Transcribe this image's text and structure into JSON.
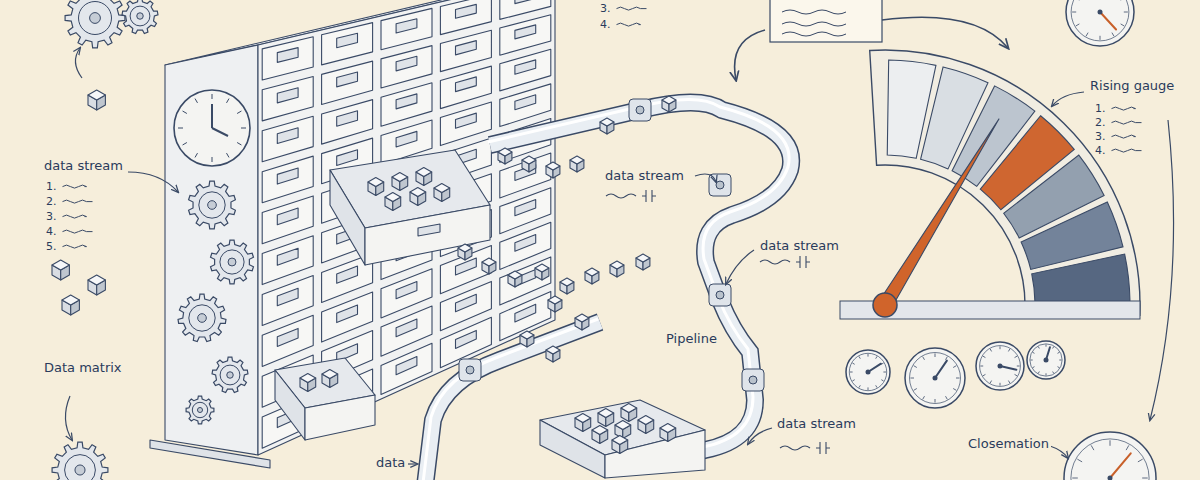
{
  "diagram": {
    "labels": [
      "3.",
      "4.",
      "data stream",
      "1.",
      "2.",
      "3.",
      "4.",
      "5.",
      "data stream",
      "data stream",
      "Rising gauge",
      "1.",
      "2.",
      "3.",
      "4.",
      "Pipeline",
      "Data matrix",
      "data stream",
      "data",
      "Closemation"
    ]
  }
}
